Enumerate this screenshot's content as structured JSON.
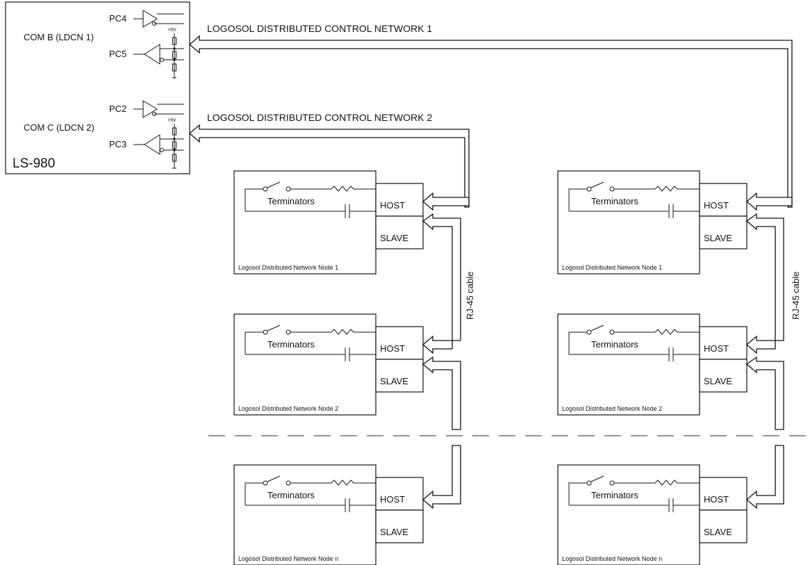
{
  "controller": {
    "name": "LS-980",
    "com_b": "COM B (LDCN 1)",
    "com_c": "COM C (LDCN 2)",
    "pins": [
      "PC4",
      "PC5",
      "PC2",
      "PC3"
    ],
    "supply": "+5V"
  },
  "networks": {
    "network1": "LOGOSOL DISTRIBUTED CONTROL NETWORK 1",
    "network2": "LOGOSOL DISTRIBUTED CONTROL NETWORK 2"
  },
  "cable_label": "RJ-45 cable",
  "node": {
    "terminators": "Terminators",
    "host": "HOST",
    "slave": "SLAVE"
  },
  "columns": [
    {
      "nodes": [
        {
          "label": "Logosol Distributed Network Node 1"
        },
        {
          "label": "Logosol Distributed Network Node 2"
        },
        {
          "label": "Logosol Distributed Network Node n"
        }
      ]
    },
    {
      "nodes": [
        {
          "label": "Logosol Distributed Network Node 1"
        },
        {
          "label": "Logosol Distributed Network Node 2"
        },
        {
          "label": "Logosol Distributed Network Node n"
        }
      ]
    }
  ]
}
